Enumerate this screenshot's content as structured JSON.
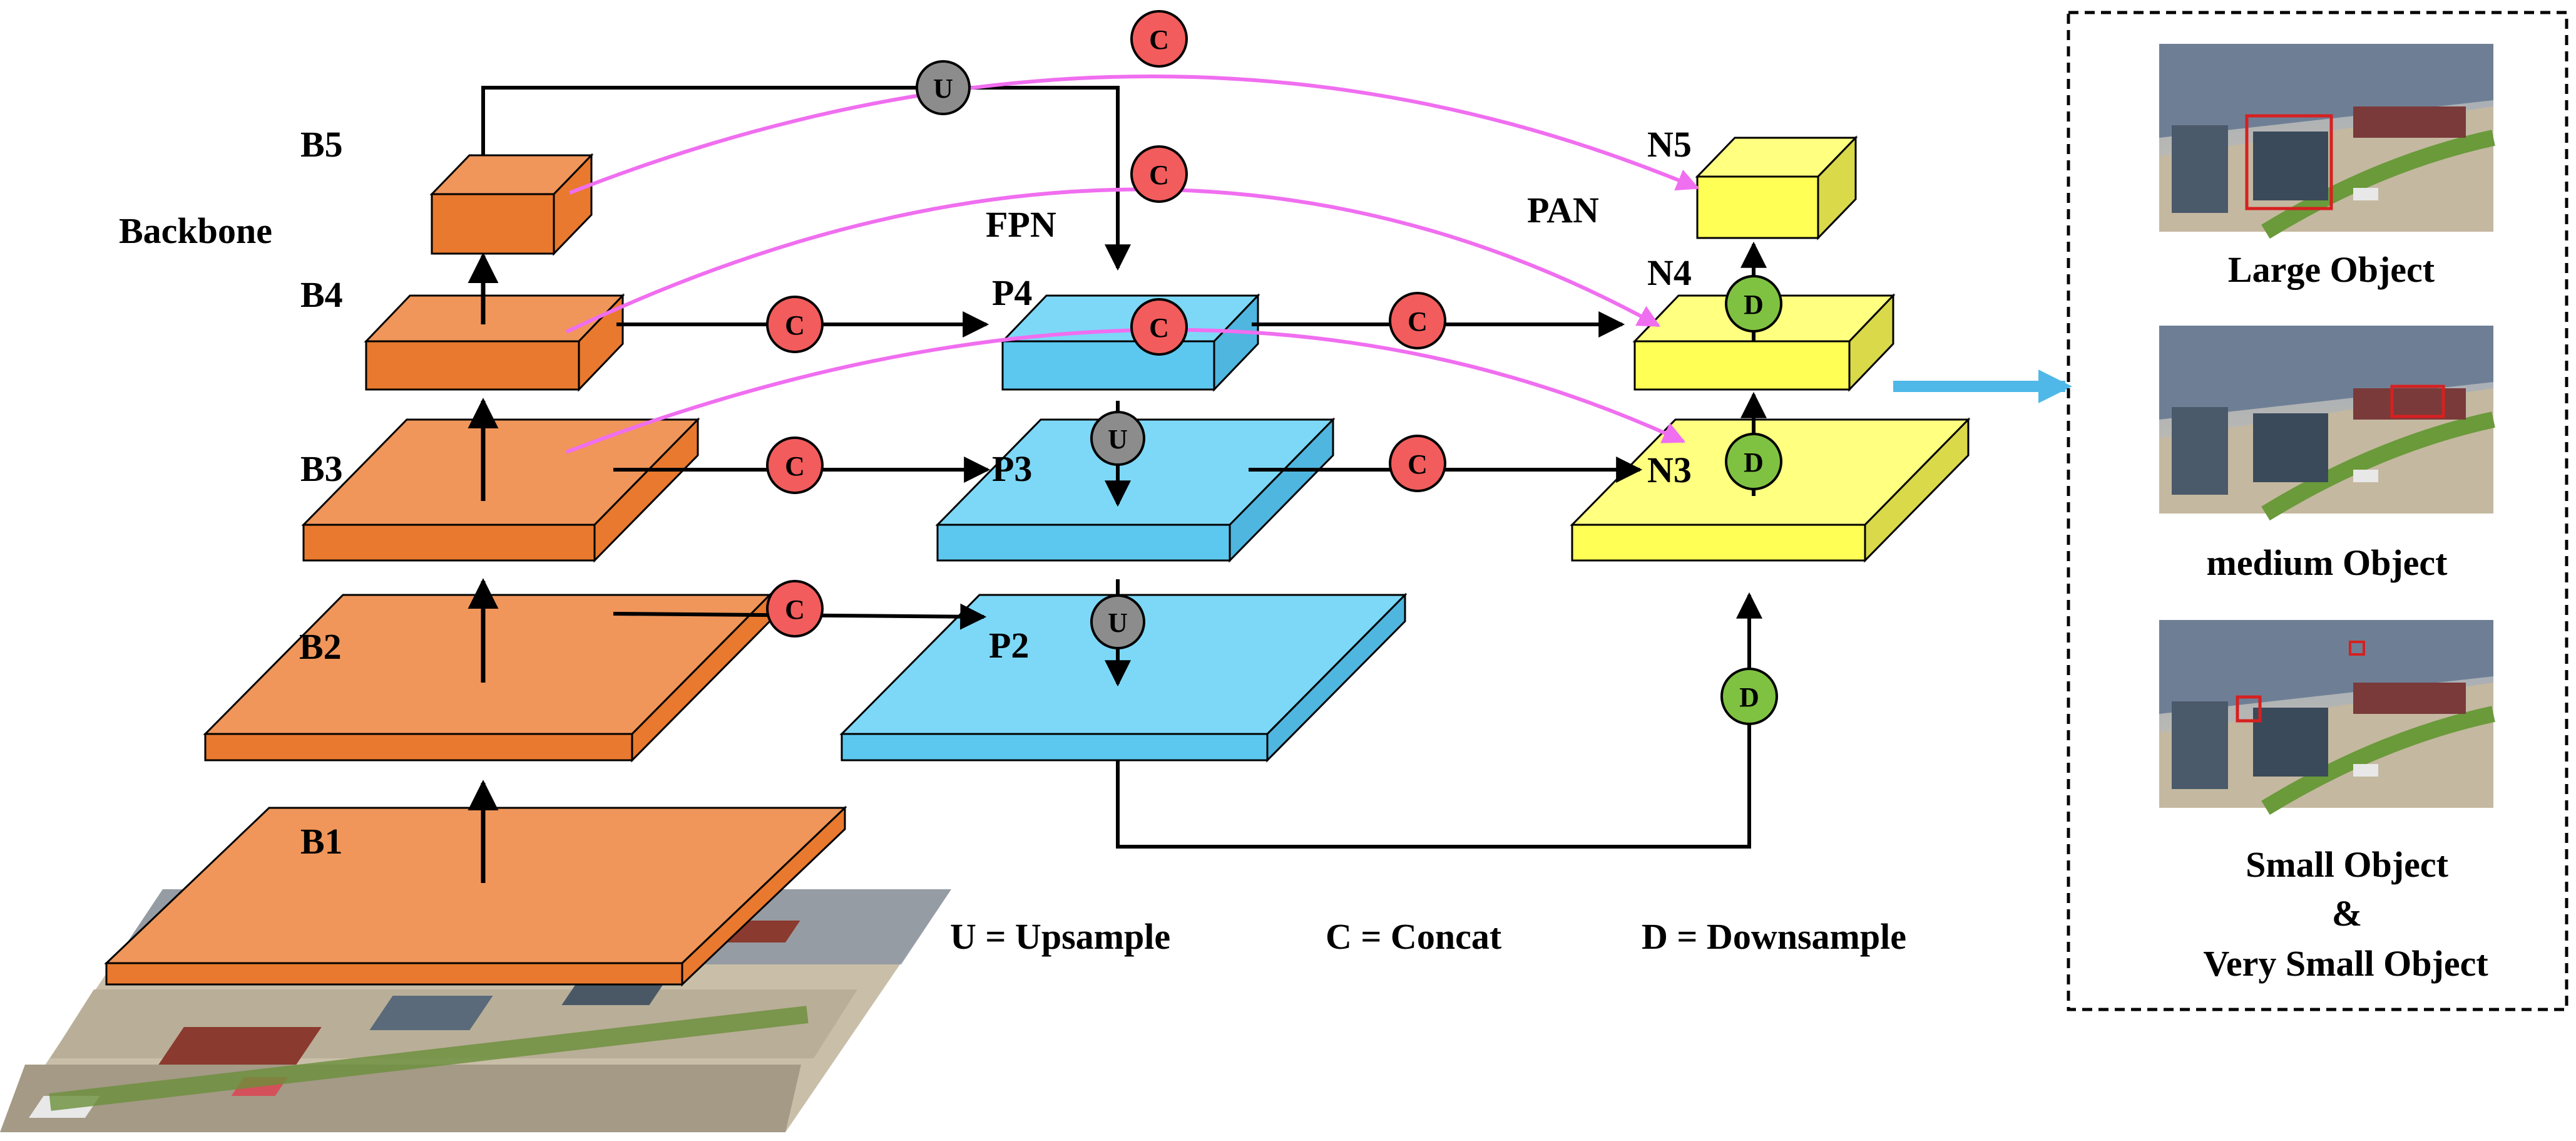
{
  "sections": {
    "backbone": "Backbone",
    "fpn": "FPN",
    "pan": "PAN"
  },
  "layers": {
    "B1": "B1",
    "B2": "B2",
    "B3": "B3",
    "B4": "B4",
    "B5": "B5",
    "P2": "P2",
    "P3": "P3",
    "P4": "P4",
    "N3": "N3",
    "N4": "N4",
    "N5": "N5"
  },
  "ops": {
    "upsample": "U",
    "concat": "C",
    "downsample": "D"
  },
  "legend": {
    "upsample": "U = Upsample",
    "concat": "C = Concat",
    "downsample": "D = Downsample"
  },
  "outputs": {
    "large": "Large Object",
    "medium": "medium Object",
    "small_line1": "Small Object",
    "small_line2": "&",
    "small_line3": "Very Small Object"
  },
  "colors": {
    "backbone": "#f0965a",
    "backbone_dark": "#e8792e",
    "fpn": "#7dd8f7",
    "fpn_dark": "#4fb6df",
    "pan": "#ffff80",
    "pan_dark": "#d9d94a",
    "concat_node": "#f25c5c",
    "upsample_node": "#8c8c8c",
    "downsample_node": "#7fc241",
    "skip_curve": "#f06ef0",
    "output_arrow": "#4fb8e8",
    "box_outline": "#d62020"
  }
}
